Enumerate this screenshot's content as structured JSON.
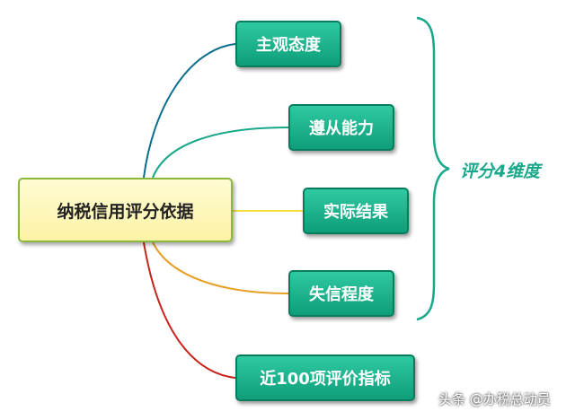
{
  "root": {
    "label": "纳税信用评分依据"
  },
  "children": [
    {
      "label": "主观态度",
      "color": "#0b6e8c"
    },
    {
      "label": "遵从能力",
      "color": "#17a889"
    },
    {
      "label": "实际结果",
      "color": "#f0df3c"
    },
    {
      "label": "失信程度",
      "color": "#e8a024"
    },
    {
      "label": "近100项评价指标",
      "color": "#c8221b"
    }
  ],
  "brace": {
    "label": "评分4维度",
    "color": "#1aa88a"
  },
  "watermark": "头条 @办税总动员"
}
